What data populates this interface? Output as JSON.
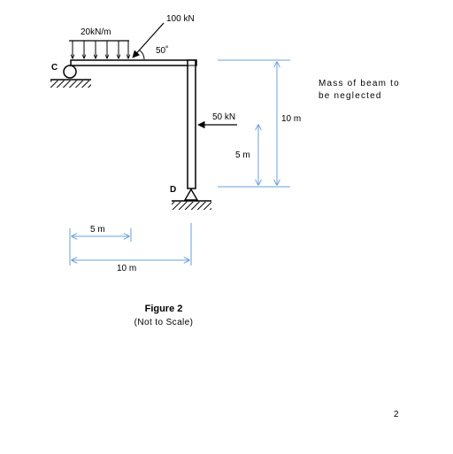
{
  "labels": {
    "point_load": "100 kN",
    "distributed_load": "20kN/m",
    "angle": "50˚",
    "node_c": "C",
    "node_d": "D",
    "horizontal_load": "50 kN",
    "dim_vertical_total": "10 m",
    "dim_vertical_half": "5 m",
    "dim_horizontal_half": "5 m",
    "dim_horizontal_total": "10 m"
  },
  "note": {
    "line1": "Mass of beam to",
    "line2": "be neglected"
  },
  "caption": {
    "title": "Figure 2",
    "subtitle": "(Not to Scale)"
  },
  "page_number": "2",
  "colors": {
    "structure": "#000000",
    "dimension": "#6a9fd8"
  }
}
